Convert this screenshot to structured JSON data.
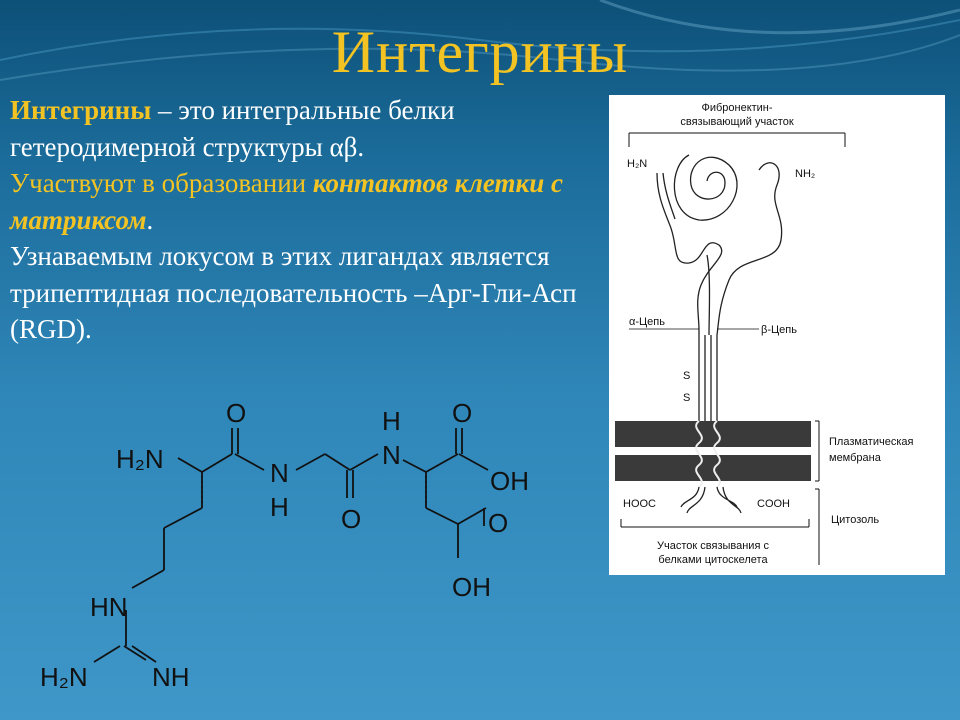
{
  "slide": {
    "title": "Интегрины",
    "paragraph": {
      "term": "Интегрины",
      "definition": " – это интегральные белки гетеродимерной структуры αβ.",
      "participation_prefix": "Участвуют в образовании ",
      "participation_emph": "контактов клетки с матриксом",
      "participation_suffix": ".",
      "locus": "Узнаваемым локусом в этих лигандах является трипептидная последовательность –Арг-Гли-Асп (RGD)."
    }
  },
  "integrin_figure": {
    "fibronectin_site_line1": "Фибронектин-",
    "fibronectin_site_line2": "связывающий участок",
    "nh2_left": "H₂N",
    "nh2_right": "NH₂",
    "alpha_chain": "α-Цепь",
    "beta_chain": "β-Цепь",
    "s1": "S",
    "s2": "S",
    "membrane_line1": "Плазматическая",
    "membrane_line2": "мембрана",
    "hooc": "HOOC",
    "cooh": "COOH",
    "cytosol": "Цитозоль",
    "cytoskeleton_line1": "Участок связывания с",
    "cytoskeleton_line2": "белками цитоскелета"
  },
  "molecule": {
    "labels": {
      "h2n_top": "H₂N",
      "o_top1": "O",
      "n_amide1": "N",
      "h_amide1": "H",
      "o_bottom1": "O",
      "h_amide2": "H",
      "n_amide2": "N",
      "o_top2": "O",
      "oh_top": "OH",
      "o_side": "O",
      "oh_side": "OH",
      "hn": "HN",
      "h2n_bottom": "H₂N",
      "nh": "NH"
    }
  },
  "colors": {
    "title": "#f2c322",
    "accent_text": "#f2c322",
    "body_text": "#ffffff",
    "background_top": "#0d5078",
    "background_bottom": "#3e97c8"
  }
}
